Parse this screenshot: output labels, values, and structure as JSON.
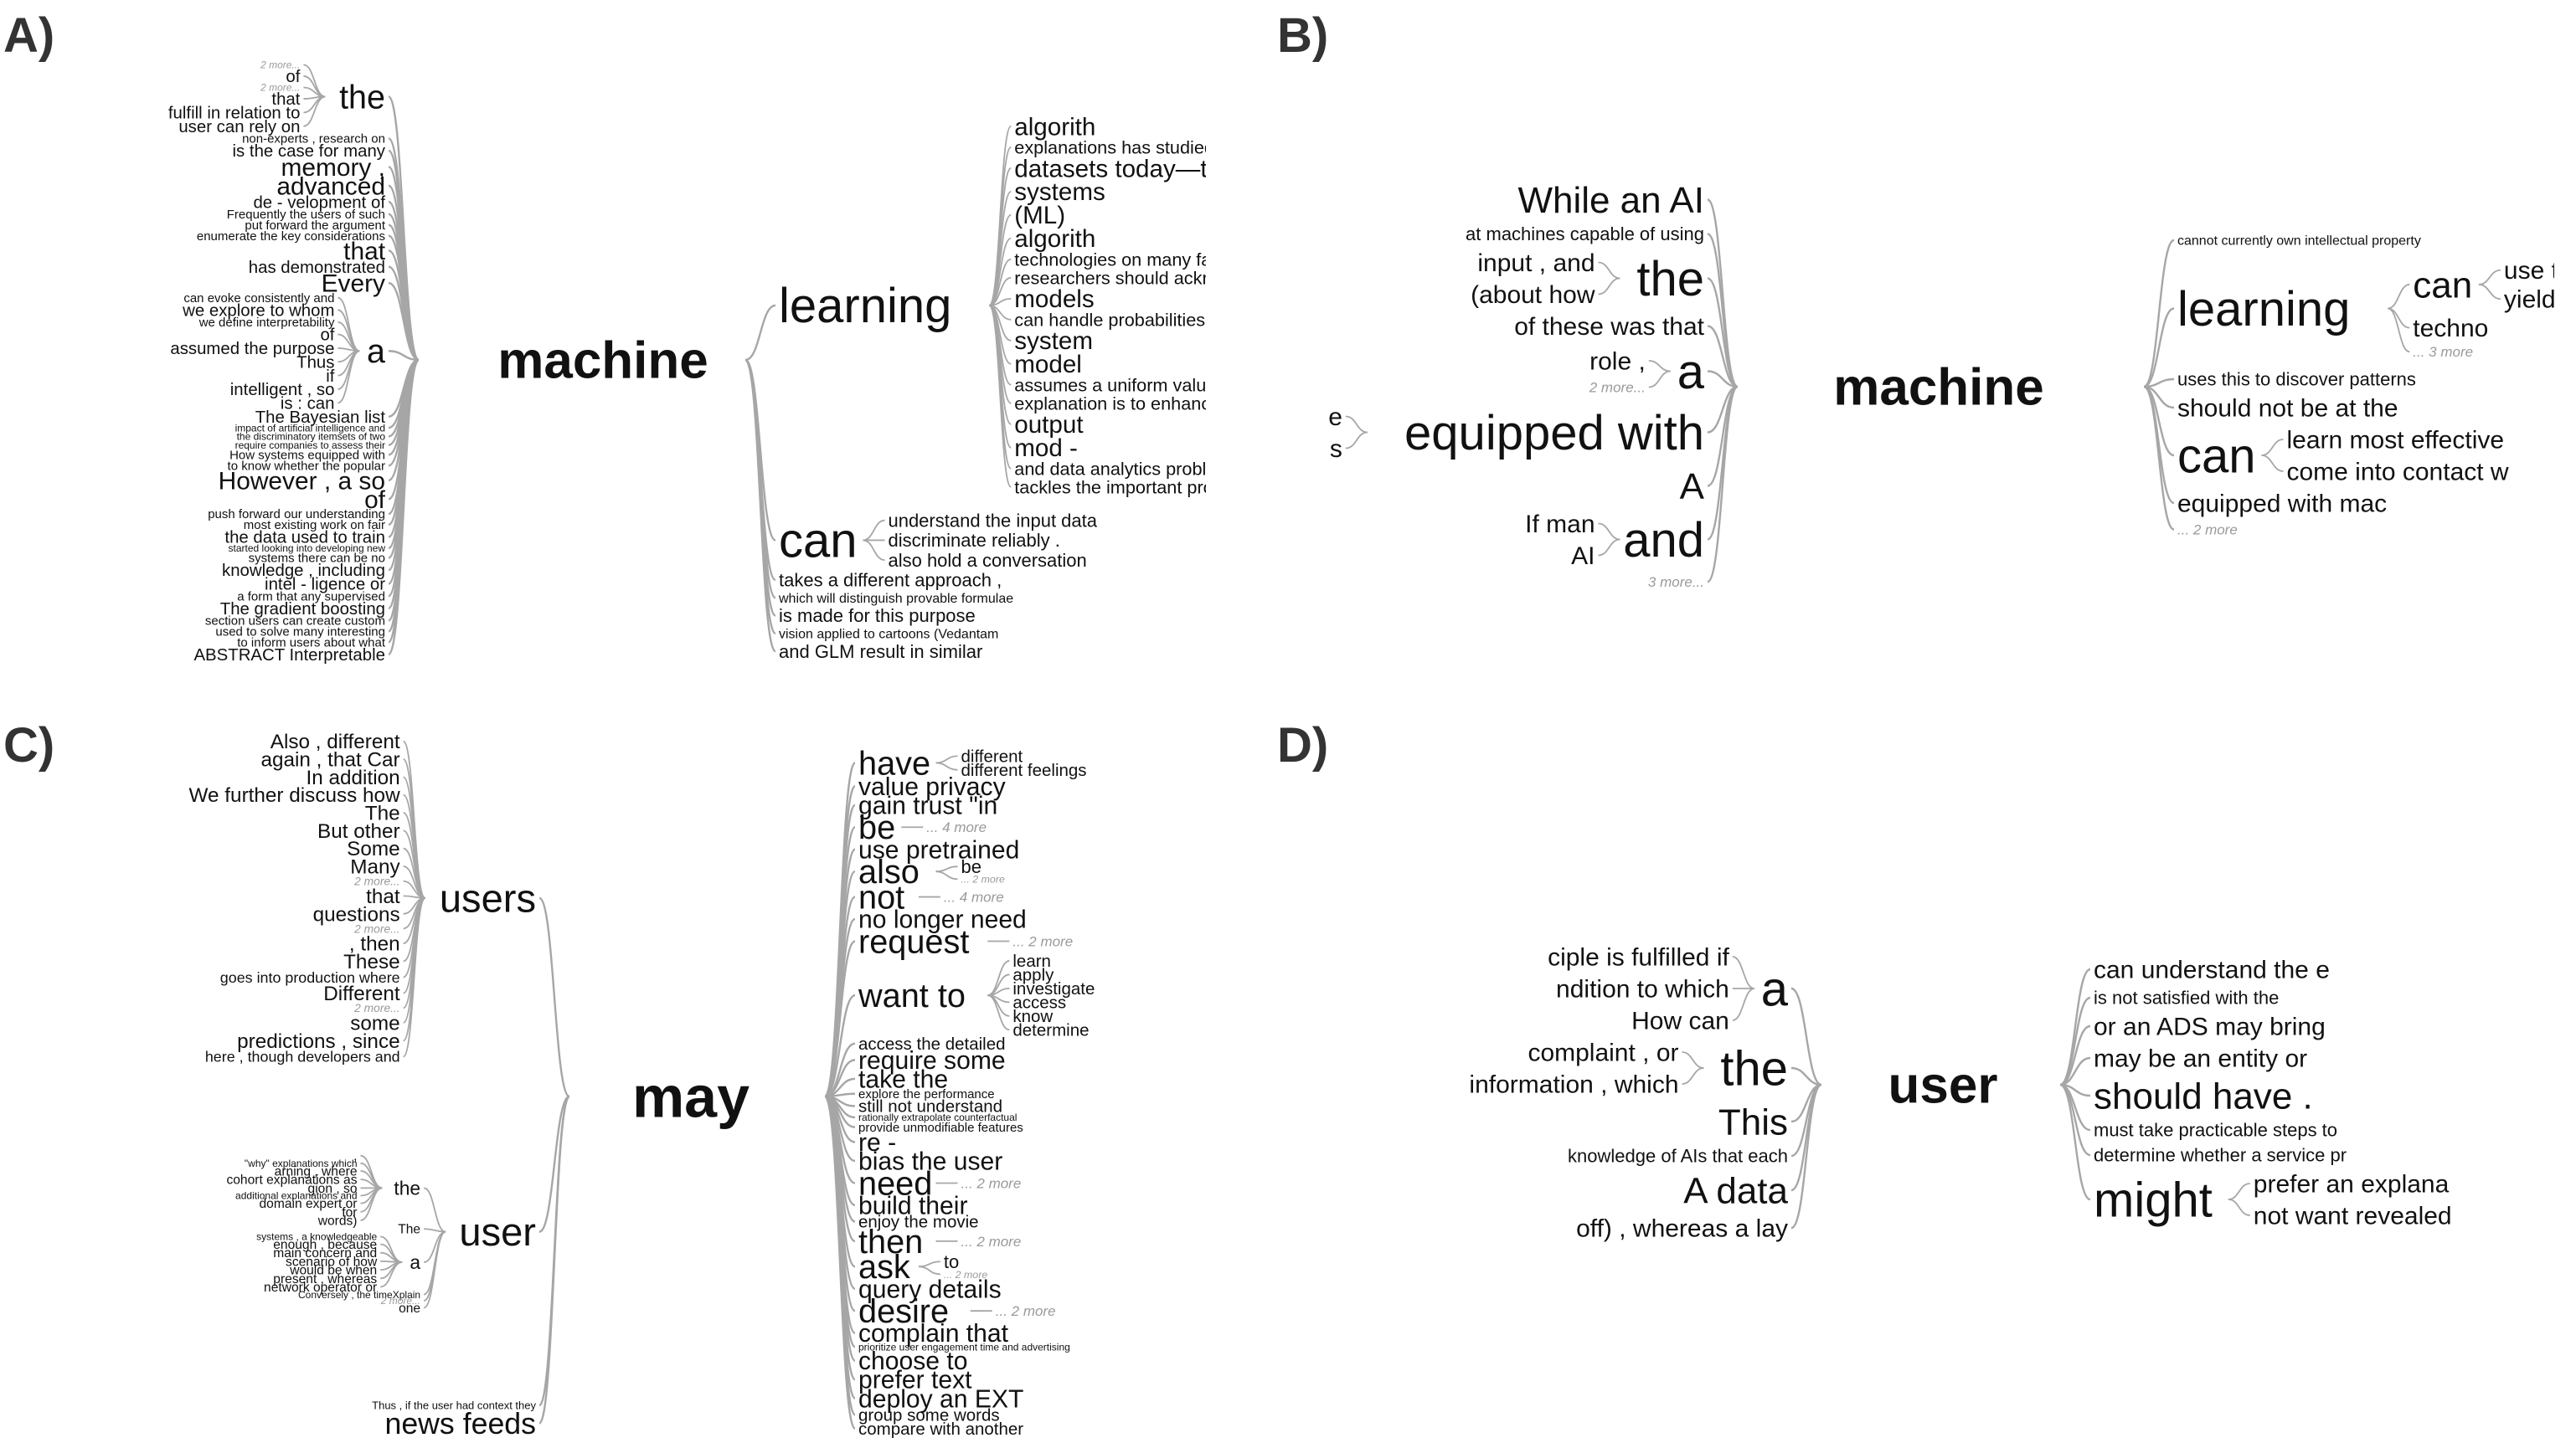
{
  "panels": [
    {
      "label": "A)",
      "root": "machine",
      "left": [
        {
          "text": "the",
          "children": [
            {
              "text": "2 more...",
              "more": true
            },
            {
              "text": "of"
            },
            {
              "text": "2 more...",
              "more": true
            },
            {
              "text": "that"
            },
            {
              "text": "fulfill in relation to"
            },
            {
              "text": "user can rely on"
            }
          ]
        },
        {
          "text": "non-experts , research on"
        },
        {
          "text": "is the case for many"
        },
        {
          "text": "memory ,"
        },
        {
          "text": "advanced"
        },
        {
          "text": "de - velopment of"
        },
        {
          "text": "Frequently the users of such"
        },
        {
          "text": "put forward the argument"
        },
        {
          "text": "enumerate the key considerations"
        },
        {
          "text": "that"
        },
        {
          "text": "has demonstrated"
        },
        {
          "text": "Every"
        },
        {
          "text": "a",
          "children": [
            {
              "text": "can evoke consistently and"
            },
            {
              "text": "we explore to whom"
            },
            {
              "text": "we define interpretability"
            },
            {
              "text": "of"
            },
            {
              "text": "assumed the purpose"
            },
            {
              "text": "Thus"
            },
            {
              "text": "if"
            },
            {
              "text": "intelligent , so"
            },
            {
              "text": "is : can"
            }
          ]
        },
        {
          "text": "The Bayesian list"
        },
        {
          "text": "impact of artificial intelligence and"
        },
        {
          "text": "the discriminatory itemsets of two"
        },
        {
          "text": "require companies to assess their"
        },
        {
          "text": "How systems equipped with"
        },
        {
          "text": "to know whether the popular"
        },
        {
          "text": "However , a so"
        },
        {
          "text": "of"
        },
        {
          "text": "push forward our understanding"
        },
        {
          "text": "most existing work on fair"
        },
        {
          "text": "the data used to train"
        },
        {
          "text": "started looking into developing new"
        },
        {
          "text": "systems there can be no"
        },
        {
          "text": "knowledge , including"
        },
        {
          "text": "intel - ligence or"
        },
        {
          "text": "a form that any supervised"
        },
        {
          "text": "The gradient boosting"
        },
        {
          "text": "section users can create custom"
        },
        {
          "text": "used to solve many interesting"
        },
        {
          "text": "to inform users about what"
        },
        {
          "text": "ABSTRACT Interpretable"
        }
      ],
      "right": [
        {
          "text": "learning",
          "children": [
            {
              "text": "algorith"
            },
            {
              "text": "explanations has studied how"
            },
            {
              "text": "datasets today—there"
            },
            {
              "text": "systems"
            },
            {
              "text": "(ML)"
            },
            {
              "text": "algorith"
            },
            {
              "text": "technologies on many facets"
            },
            {
              "text": "researchers should acknowle"
            },
            {
              "text": "models"
            },
            {
              "text": "can handle probabilities or"
            },
            {
              "text": "system"
            },
            {
              "text": "model"
            },
            {
              "text": "assumes a uniform valuation"
            },
            {
              "text": "explanation is to enhance ."
            },
            {
              "text": "output"
            },
            {
              "text": "mod -"
            },
            {
              "text": "and data analytics problems"
            },
            {
              "text": "tackles the important prob -"
            }
          ]
        },
        {
          "text": "can",
          "children": [
            {
              "text": "understand the input data"
            },
            {
              "text": "discriminate reliably ."
            },
            {
              "text": "also hold a conversation"
            }
          ]
        },
        {
          "text": "takes a different approach ,"
        },
        {
          "text": "which will distinguish provable formulae"
        },
        {
          "text": "is made for this purpose"
        },
        {
          "text": "vision applied to cartoons (Vedantam"
        },
        {
          "text": "and GLM result in similar"
        }
      ]
    },
    {
      "label": "B)",
      "root": "machine",
      "left": [
        {
          "text": "While an AI"
        },
        {
          "text": "at machines capable of using"
        },
        {
          "text": "the",
          "children": [
            {
              "text": "input , and"
            },
            {
              "text": "(about how"
            }
          ]
        },
        {
          "text": "of these was that"
        },
        {
          "text": "a",
          "children": [
            {
              "text": "role ,"
            },
            {
              "text": "2 more...",
              "more": true
            }
          ]
        },
        {
          "text": "equipped with",
          "children": [
            {
              "text": "e"
            },
            {
              "text": "s"
            }
          ]
        },
        {
          "text": "A"
        },
        {
          "text": "and",
          "children": [
            {
              "text": "If man"
            },
            {
              "text": "AI"
            }
          ]
        },
        {
          "text": "3 more...",
          "more": true
        }
      ],
      "right": [
        {
          "text": "cannot currently own intellectual property"
        },
        {
          "text": "learning",
          "children": [
            {
              "text": "can",
              "children": [
                {
                  "text": "use the"
                },
                {
                  "text": "yield decent"
                }
              ]
            },
            {
              "text": "techno"
            },
            {
              "text": "... 3 more",
              "more": true
            }
          ]
        },
        {
          "text": "uses this to discover patterns"
        },
        {
          "text": "should not be at the"
        },
        {
          "text": "can",
          "children": [
            {
              "text": "learn most effective"
            },
            {
              "text": "come into contact w"
            }
          ]
        },
        {
          "text": "equipped with mac"
        },
        {
          "text": "... 2 more",
          "more": true
        }
      ]
    },
    {
      "label": "C)",
      "root": "may",
      "left": [
        {
          "text": "users",
          "children": [
            {
              "text": "Also , different"
            },
            {
              "text": "again , that Car"
            },
            {
              "text": "In addition"
            },
            {
              "text": "We further discuss how"
            },
            {
              "text": "The"
            },
            {
              "text": "But other"
            },
            {
              "text": "Some"
            },
            {
              "text": "Many"
            },
            {
              "text": "2 more...",
              "more": true
            },
            {
              "text": "that"
            },
            {
              "text": "questions"
            },
            {
              "text": "2 more...",
              "more": true
            },
            {
              "text": ", then"
            },
            {
              "text": "These"
            },
            {
              "text": "goes into production where"
            },
            {
              "text": "Different"
            },
            {
              "text": "2 more...",
              "more": true
            },
            {
              "text": "some"
            },
            {
              "text": "predictions , since"
            },
            {
              "text": "here , though developers and"
            }
          ]
        },
        {
          "text": "user",
          "children": [
            {
              "text": "the",
              "children": [
                {
                  "text": ","
                },
                {
                  "text": "\"why\" explanations which"
                },
                {
                  "text": "arning , where"
                },
                {
                  "text": "cohort explanations as"
                },
                {
                  "text": "gion , so"
                },
                {
                  "text": "additional explanations and"
                },
                {
                  "text": "domain expert or"
                },
                {
                  "text": "for"
                },
                {
                  "text": "words)"
                }
              ]
            },
            {
              "text": "The"
            },
            {
              "text": "a",
              "children": [
                {
                  "text": "systems , a knowledgeable"
                },
                {
                  "text": "enough , because"
                },
                {
                  "text": "main concern and"
                },
                {
                  "text": "scenario of how"
                },
                {
                  "text": "would be when"
                },
                {
                  "text": "present , whereas"
                },
                {
                  "text": "network operator or"
                }
              ]
            },
            {
              "text": "Conversely , the timeXplain"
            },
            {
              "text": "2 more...",
              "more": true
            },
            {
              "text": "one"
            }
          ]
        },
        {
          "text": "Thus , if the user had context they"
        },
        {
          "text": "news feeds"
        }
      ],
      "right": [
        {
          "text": "have",
          "children": [
            {
              "text": "different"
            },
            {
              "text": "different feelings"
            }
          ]
        },
        {
          "text": "value privacy"
        },
        {
          "text": "gain trust \"in"
        },
        {
          "text": "be",
          "children": [
            {
              "text": "... 4 more",
              "more": true
            }
          ]
        },
        {
          "text": "use pretrained"
        },
        {
          "text": "also",
          "children": [
            {
              "text": "be"
            },
            {
              "text": "... 2 more",
              "more": true
            }
          ]
        },
        {
          "text": "not",
          "children": [
            {
              "text": "... 4 more",
              "more": true
            }
          ]
        },
        {
          "text": "no longer need"
        },
        {
          "text": "request",
          "children": [
            {
              "text": "... 2 more",
              "more": true
            }
          ]
        },
        {
          "text": "want to",
          "children": [
            {
              "text": "learn"
            },
            {
              "text": "apply"
            },
            {
              "text": "investigate"
            },
            {
              "text": "access"
            },
            {
              "text": "know"
            },
            {
              "text": "determine"
            }
          ]
        },
        {
          "text": "access the detailed"
        },
        {
          "text": "require some"
        },
        {
          "text": "take the"
        },
        {
          "text": "explore the performance"
        },
        {
          "text": "still not understand"
        },
        {
          "text": "rationally extrapolate counterfactual"
        },
        {
          "text": "provide unmodifiable features"
        },
        {
          "text": "re -"
        },
        {
          "text": "bias the user"
        },
        {
          "text": "need",
          "children": [
            {
              "text": "... 2 more",
              "more": true
            }
          ]
        },
        {
          "text": "build their"
        },
        {
          "text": "enjoy the movie"
        },
        {
          "text": "then",
          "children": [
            {
              "text": "... 2 more",
              "more": true
            }
          ]
        },
        {
          "text": "ask",
          "children": [
            {
              "text": "to"
            },
            {
              "text": "... 2 more",
              "more": true
            }
          ]
        },
        {
          "text": "query details"
        },
        {
          "text": "desire",
          "children": [
            {
              "text": "... 2 more",
              "more": true
            }
          ]
        },
        {
          "text": "complain that"
        },
        {
          "text": "prioritize user engagement time and advertising"
        },
        {
          "text": "choose to"
        },
        {
          "text": "prefer text"
        },
        {
          "text": "deploy an EXT"
        },
        {
          "text": "group some words"
        },
        {
          "text": "compare with another"
        }
      ]
    },
    {
      "label": "D)",
      "root": "user",
      "left": [
        {
          "text": "a",
          "children": [
            {
              "text": "ciple is fulfilled if"
            },
            {
              "text": "ndition to which"
            },
            {
              "text": "How can"
            }
          ]
        },
        {
          "text": "the",
          "children": [
            {
              "text": "complaint , or"
            },
            {
              "text": "information , which"
            }
          ]
        },
        {
          "text": "This"
        },
        {
          "text": "knowledge of AIs that each"
        },
        {
          "text": "A data"
        },
        {
          "text": "off) , whereas a lay"
        }
      ],
      "right": [
        {
          "text": "can understand the e"
        },
        {
          "text": "is not satisfied with the"
        },
        {
          "text": "or an ADS may bring"
        },
        {
          "text": "may be an entity or"
        },
        {
          "text": "should have ."
        },
        {
          "text": "must take practicable steps to"
        },
        {
          "text": "determine whether a service pr"
        },
        {
          "text": "might",
          "children": [
            {
              "text": "prefer an explana"
            },
            {
              "text": "not want revealed"
            }
          ]
        }
      ]
    }
  ]
}
